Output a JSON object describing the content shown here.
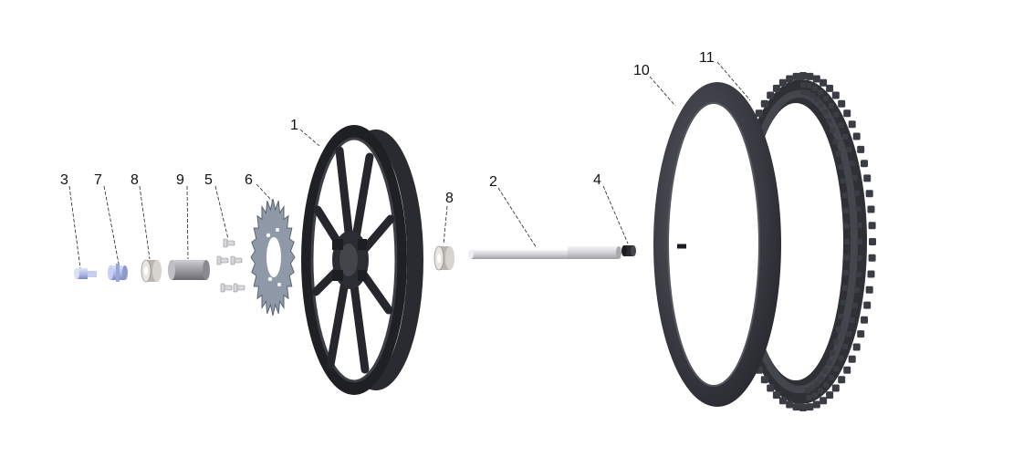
{
  "diagram": {
    "type": "exploded-parts-view",
    "callouts": [
      {
        "id": "c1",
        "label": "1"
      },
      {
        "id": "c2",
        "label": "2"
      },
      {
        "id": "c3",
        "label": "3"
      },
      {
        "id": "c4",
        "label": "4"
      },
      {
        "id": "c5",
        "label": "5"
      },
      {
        "id": "c6",
        "label": "6"
      },
      {
        "id": "c7",
        "label": "7"
      },
      {
        "id": "c8a",
        "label": "8"
      },
      {
        "id": "c8b",
        "label": "8"
      },
      {
        "id": "c9",
        "label": "9"
      },
      {
        "id": "c10",
        "label": "10"
      },
      {
        "id": "c11",
        "label": "11"
      }
    ]
  },
  "colors": {
    "rim_dark": "#1f2023",
    "rim_mid": "#3a3c42",
    "tire_dark": "#2b2c32",
    "tire_mid": "#4a4c55",
    "metal_light": "#d8d8dc",
    "metal_blue": "#b9c3ea",
    "rotor": "#8d97a6"
  }
}
